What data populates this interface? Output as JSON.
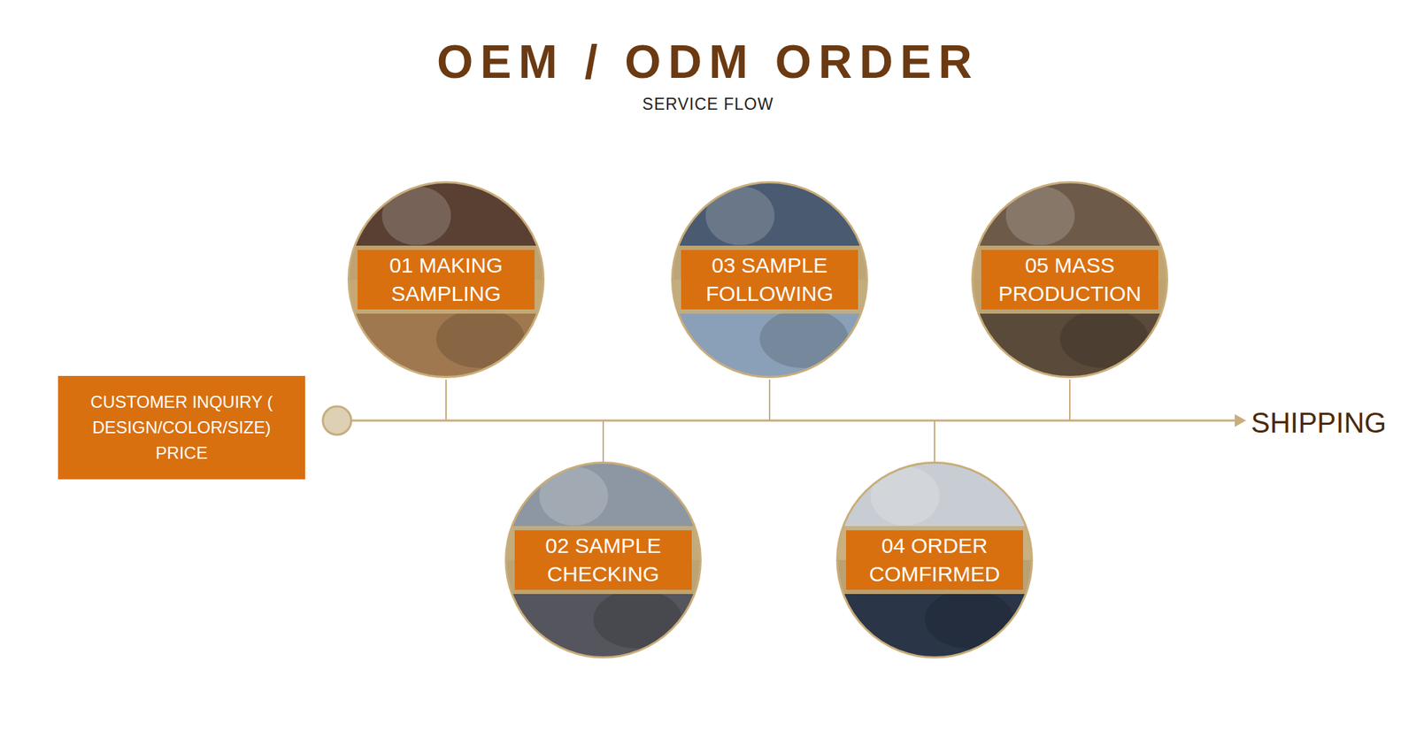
{
  "diagram": {
    "title": "OEM / ODM ORDER",
    "nodes": [
      {
        "text": [
          "CUSTOMER INQUIRY ( DESIGN/COLOR/SIZE) PRICE"
        ]
      },
      {
        "text": [
          "01 MAKING SAMPLING"
        ]
      },
      {
        "text": [
          "02 SAMPLE CHECKING"
        ]
      },
      {
        "text": [
          "03 SAMPLE FOLLOWING"
        ]
      },
      {
        "text": [
          "04 ORDER COMFIRMED"
        ]
      },
      {
        "text": [
          "05 MASS PRODUCTION"
        ]
      }
    ],
    "labels": [
      "SERVICE FLOW",
      "SHIPPING"
    ]
  }
}
